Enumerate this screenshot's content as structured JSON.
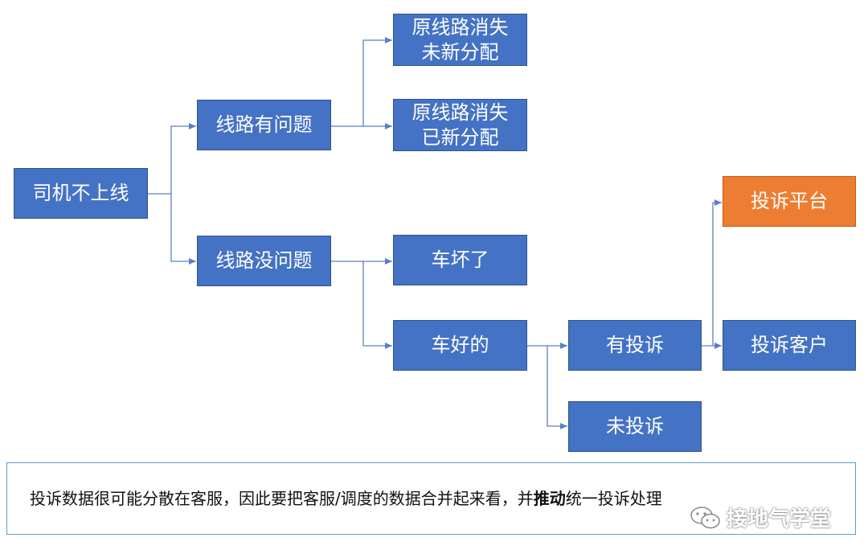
{
  "nodes": {
    "root": "司机不上线",
    "route_problem": "线路有问题",
    "route_gone_unassigned": "原线路消失\n未新分配",
    "route_gone_reassigned": "原线路消失\n已新分配",
    "route_ok": "线路没问题",
    "car_broken": "车坏了",
    "car_good": "车好的",
    "has_complaint": "有投诉",
    "no_complaint": "未投诉",
    "complain_platform": "投诉平台",
    "complain_customer": "投诉客户"
  },
  "note": {
    "prefix": "投诉数据很可能分散在客服，因此要把客服/调度的数据合并起来看，并",
    "bold": "推动",
    "suffix": "统一投诉处理"
  },
  "watermark": {
    "label": "接地气学堂"
  },
  "colors": {
    "node_blue": "#4472c4",
    "node_orange": "#ed7d31",
    "connector": "#5b7fc4"
  }
}
